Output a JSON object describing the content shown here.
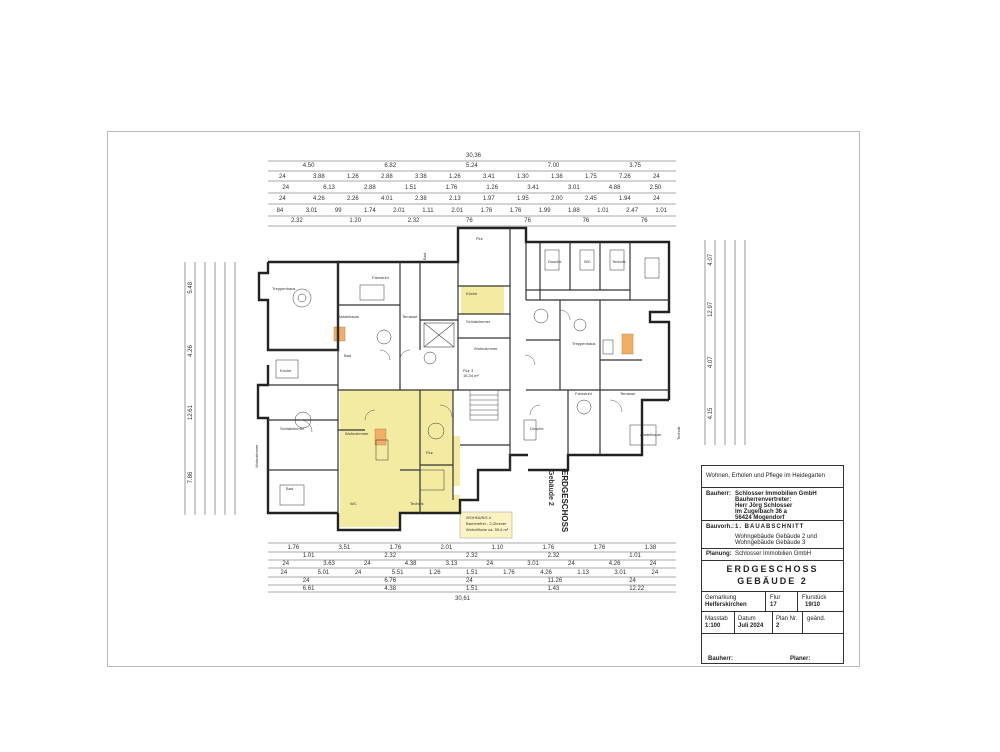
{
  "plan": {
    "side_title": "ERDGESCHOSS",
    "side_subtitle": "Gebäude 2",
    "wohnung_label": "WOHNUNG 4",
    "wohnung_sub1": "Barrierefrei - 2-Zimmer",
    "wohnung_sub2": "Wohnfläche ca. 59,4 m²",
    "total_top": "30,36",
    "total_bottom": "30,61",
    "flur_label": "Flur 3",
    "flur_size": "16,34 m²",
    "room_labels": [
      "Treppenhaus",
      "Fahrstuhl",
      "Terrasse",
      "Abstellraum",
      "Bad",
      "Küche",
      "Schlafzimmer",
      "Wohnzimmer",
      "Flur",
      "Dusche",
      "WC",
      "Technik"
    ],
    "dims_top_row1": [
      "4.50",
      "6.82",
      "5.24",
      "7.00",
      "3.75"
    ],
    "dims_top_row2": [
      "24",
      "3.88",
      "1.26",
      "2.88",
      "3.38",
      "1.26",
      "3.41",
      "1.30",
      "1.38",
      "1.75",
      "7.26",
      "24"
    ],
    "dims_top_row3": [
      "24",
      "6.13",
      "2.88",
      "1.51",
      "1.76",
      "1.26",
      "3.41",
      "3.01",
      "4.88",
      "2.50"
    ],
    "dims_top_row4": [
      "24",
      "4.26",
      "2.26",
      "4.01",
      "2.38",
      "2.13",
      "1.97",
      "1.95",
      "2.00",
      "2.45",
      "1.94",
      "24"
    ],
    "dims_top_row5": [
      "84",
      "3.01",
      "99",
      "1.74",
      "2.01",
      "1.11",
      "2.01",
      "1.76",
      "1.76",
      "1.99",
      "1.88",
      "1.01",
      "2.47",
      "1.01"
    ],
    "dims_top_row6": [
      "2.32",
      "1.20",
      "2.32",
      "76",
      "76",
      "76",
      "76"
    ],
    "dims_bot_row1": [
      "1.76",
      "3.51",
      "1.76",
      "2.01",
      "1.10",
      "1.76",
      "1.76",
      "1.38"
    ],
    "dims_bot_row2": [
      "1.01",
      "2.32",
      "2.32",
      "2.32",
      "1.01"
    ],
    "dims_bot_row3": [
      "24",
      "3.63",
      "24",
      "4.38",
      "3.13",
      "24",
      "3.01",
      "24",
      "4.26",
      "24"
    ],
    "dims_bot_row4": [
      "24",
      "5.01",
      "24",
      "5.51",
      "1.26",
      "1.51",
      "1.76",
      "4.26",
      "1.13",
      "3.01",
      "24"
    ],
    "dims_bot_row5": [
      "24",
      "6.76",
      "24",
      "11.26",
      "24"
    ],
    "dims_bot_row6": [
      "6.61",
      "4.38",
      "1.51",
      "1.43",
      "12.22"
    ],
    "dims_left": [
      "5.48",
      "4.26",
      "12.61",
      "7.86"
    ],
    "dims_right": [
      "4.07",
      "12.97",
      "4.07",
      "4.15"
    ]
  },
  "titleblock": {
    "project": "Wohnen, Erholen und Pflege im Heidegarten",
    "bauherr_label": "Bauherr:",
    "bauherr_lines": [
      "Schlosser Immobilien GmbH",
      "Bauherrenvertreter:",
      "Herr Jörg Schlosser",
      "Im Zugelbach 36 a",
      "56424 Mogendorf"
    ],
    "bauvorh_label": "Bauvorh.:",
    "bauvorh_value": "1. BAUABSCHNITT",
    "bauvorh_lines": [
      "Wohngebäude Gebäude 2 und",
      "Wohngebäude  Gebäude 3"
    ],
    "planung_label": "Planung:",
    "planung_value": "Schlosser Immobilien GmbH",
    "sheet_title_1": "ERDGESCHOSS",
    "sheet_title_2": "GEBÄUDE 2",
    "gemarkung_label": "Gemarkung",
    "gemarkung_value": "Helferskirchen",
    "flur_label": "Flur",
    "flur_value": "17",
    "flurstueck_label": "Flurstück",
    "flurstueck_value": "19/10",
    "masstab_label": "Masstab",
    "masstab_value": "1:100",
    "datum_label": "Datum",
    "datum_value": "Juli 2024",
    "plannr_label": "Plan Nr.",
    "plannr_value": "2",
    "geaend_label": "geänd.",
    "sig_bauherr": "Bauherr:",
    "sig_planer": "Planer:"
  }
}
